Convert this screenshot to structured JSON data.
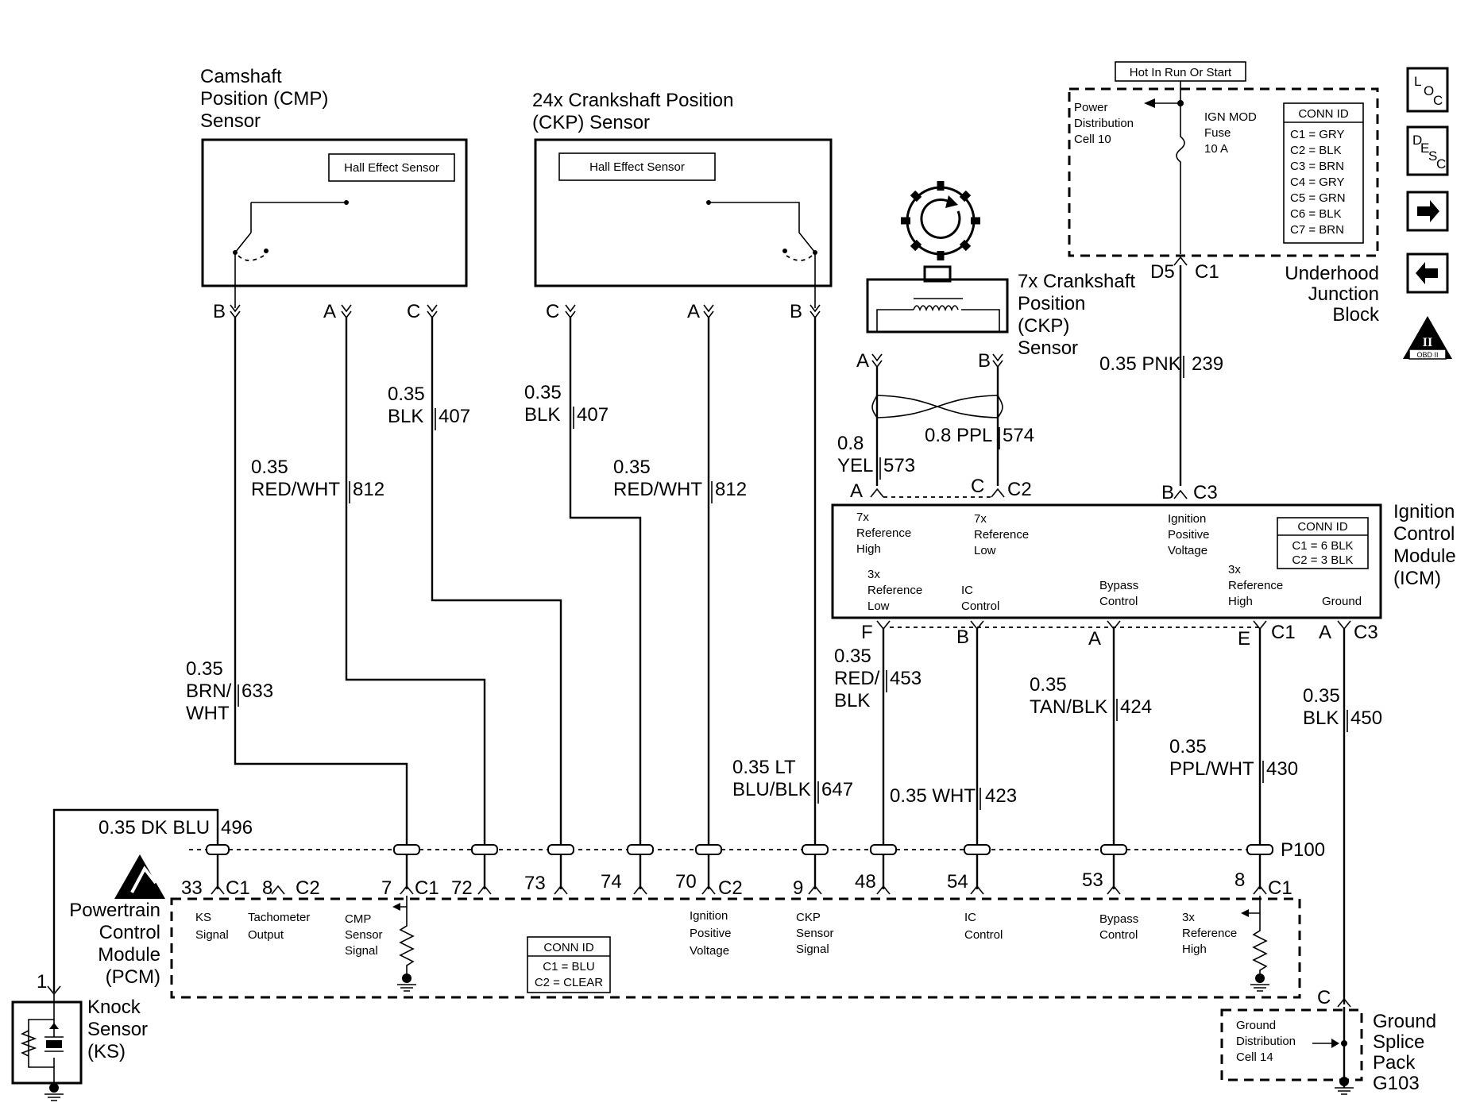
{
  "cmp": {
    "title": [
      "Camshaft",
      "Position (CMP)",
      "Sensor"
    ],
    "hall": "Hall Effect Sensor",
    "pins": {
      "b": "B",
      "a": "A",
      "c": "C"
    },
    "w633": {
      "gauge": "0.35",
      "color1": "BRN/",
      "color2": "WHT",
      "circuit": "633"
    },
    "w812": {
      "gauge": "0.35",
      "color": "RED/WHT",
      "circuit": "812"
    },
    "w407": {
      "gauge": "0.35",
      "color": "BLK",
      "circuit": "407"
    }
  },
  "ckp24": {
    "title": [
      "24x Crankshaft Position",
      "(CKP) Sensor"
    ],
    "hall": "Hall Effect Sensor",
    "pins": {
      "c": "C",
      "a": "A",
      "b": "B"
    },
    "w407": {
      "gauge": "0.35",
      "color": "BLK",
      "circuit": "407"
    },
    "w812": {
      "gauge": "0.35",
      "color": "RED/WHT",
      "circuit": "812"
    },
    "w647": {
      "gauge": "0.35 LT",
      "color": "BLU/BLK",
      "circuit": "647"
    }
  },
  "ckp7": {
    "title": [
      "7x Crankshaft",
      "Position",
      "(CKP)",
      "Sensor"
    ],
    "pins": {
      "a": "A",
      "b": "B"
    },
    "w573": {
      "gauge": "0.8",
      "color": "YEL",
      "circuit": "573"
    },
    "w574": {
      "wire": "0.8 PPL",
      "circuit": "574"
    }
  },
  "ujb": {
    "hot": "Hot In Run Or Start",
    "pdc": [
      "Power",
      "Distribution",
      "Cell 10"
    ],
    "fuse": [
      "IGN MOD",
      "Fuse",
      "10 A"
    ],
    "conn_title": "CONN ID",
    "conn": [
      "C1 = GRY",
      "C2 = BLK",
      "C3 = BRN",
      "C4 = GRY",
      "C5 = GRN",
      "C6 = BLK",
      "C7 = BRN"
    ],
    "pin": "D5",
    "pin_conn": "C1",
    "title": [
      "Underhood",
      "Junction",
      "Block"
    ],
    "w239": {
      "wire": "0.35 PNK",
      "circuit": "239"
    }
  },
  "icm": {
    "top_pins": {
      "a": "A",
      "c": "C",
      "c2": "C2",
      "b": "B",
      "c3": "C3"
    },
    "labels": {
      "ref7h": [
        "7x",
        "Reference",
        "High"
      ],
      "ref7l": [
        "7x",
        "Reference",
        "Low"
      ],
      "ign": [
        "Ignition",
        "Positive",
        "Voltage"
      ],
      "ref3l": [
        "3x",
        "Reference",
        "Low"
      ],
      "ic": [
        "IC",
        "Control"
      ],
      "bypass": [
        "Bypass",
        "Control"
      ],
      "ref3h": [
        "3x",
        "Reference",
        "High"
      ],
      "ground": "Ground"
    },
    "conn_title": "CONN ID",
    "conn": [
      "C1 = 6 BLK",
      "C2 = 3 BLK"
    ],
    "title": [
      "Ignition",
      "Control",
      "Module",
      "(ICM)"
    ],
    "bottom_pins": {
      "f": "F",
      "b": "B",
      "a": "A",
      "e": "E",
      "c1": "C1",
      "a2": "A",
      "c3": "C3"
    },
    "w453": {
      "gauge": "0.35",
      "color1": "RED/",
      "color2": "BLK",
      "circuit": "453"
    },
    "w423": {
      "wire": "0.35 WHT",
      "circuit": "423"
    },
    "w424": {
      "gauge": "0.35",
      "color": "TAN/BLK",
      "circuit": "424"
    },
    "w430": {
      "gauge": "0.35",
      "color": "PPL/WHT",
      "circuit": "430"
    },
    "w450": {
      "gauge": "0.35",
      "color": "BLK",
      "circuit": "450"
    }
  },
  "pcm": {
    "w496": {
      "wire": "0.35 DK BLU",
      "circuit": "496"
    },
    "splice": "P100",
    "pins": [
      "33",
      "C1",
      "8",
      "C2",
      "7",
      "C1",
      "72",
      "73",
      "74",
      "70",
      "C2",
      "9",
      "48",
      "54",
      "53",
      "8",
      "C1"
    ],
    "title": [
      "Powertrain",
      "Control",
      "Module",
      "(PCM)"
    ],
    "labels": {
      "ks": [
        "KS",
        "Signal"
      ],
      "tach": [
        "Tachometer",
        "Output"
      ],
      "cmp": [
        "CMP",
        "Sensor",
        "Signal"
      ],
      "ign": [
        "Ignition",
        "Positive",
        "Voltage"
      ],
      "ckp": [
        "CKP",
        "Sensor",
        "Signal"
      ],
      "ic": [
        "IC",
        "Control"
      ],
      "bypass": [
        "Bypass",
        "Control"
      ],
      "ref3h": [
        "3x",
        "Reference",
        "High"
      ]
    },
    "conn_title": "CONN ID",
    "conn": [
      "C1 = BLU",
      "C2 = CLEAR"
    ]
  },
  "ks": {
    "pin": "1",
    "title": [
      "Knock",
      "Sensor",
      "(KS)"
    ]
  },
  "gnd": {
    "pin": "C",
    "label": [
      "Ground",
      "Distribution",
      "Cell 14"
    ],
    "title": [
      "Ground",
      "Splice",
      "Pack",
      "G103"
    ]
  },
  "nav": {
    "loc": [
      "L",
      "O",
      "C"
    ],
    "desc": [
      "D",
      "E",
      "S",
      "C"
    ],
    "obd": "OBD II",
    "obd_mark": "II"
  }
}
